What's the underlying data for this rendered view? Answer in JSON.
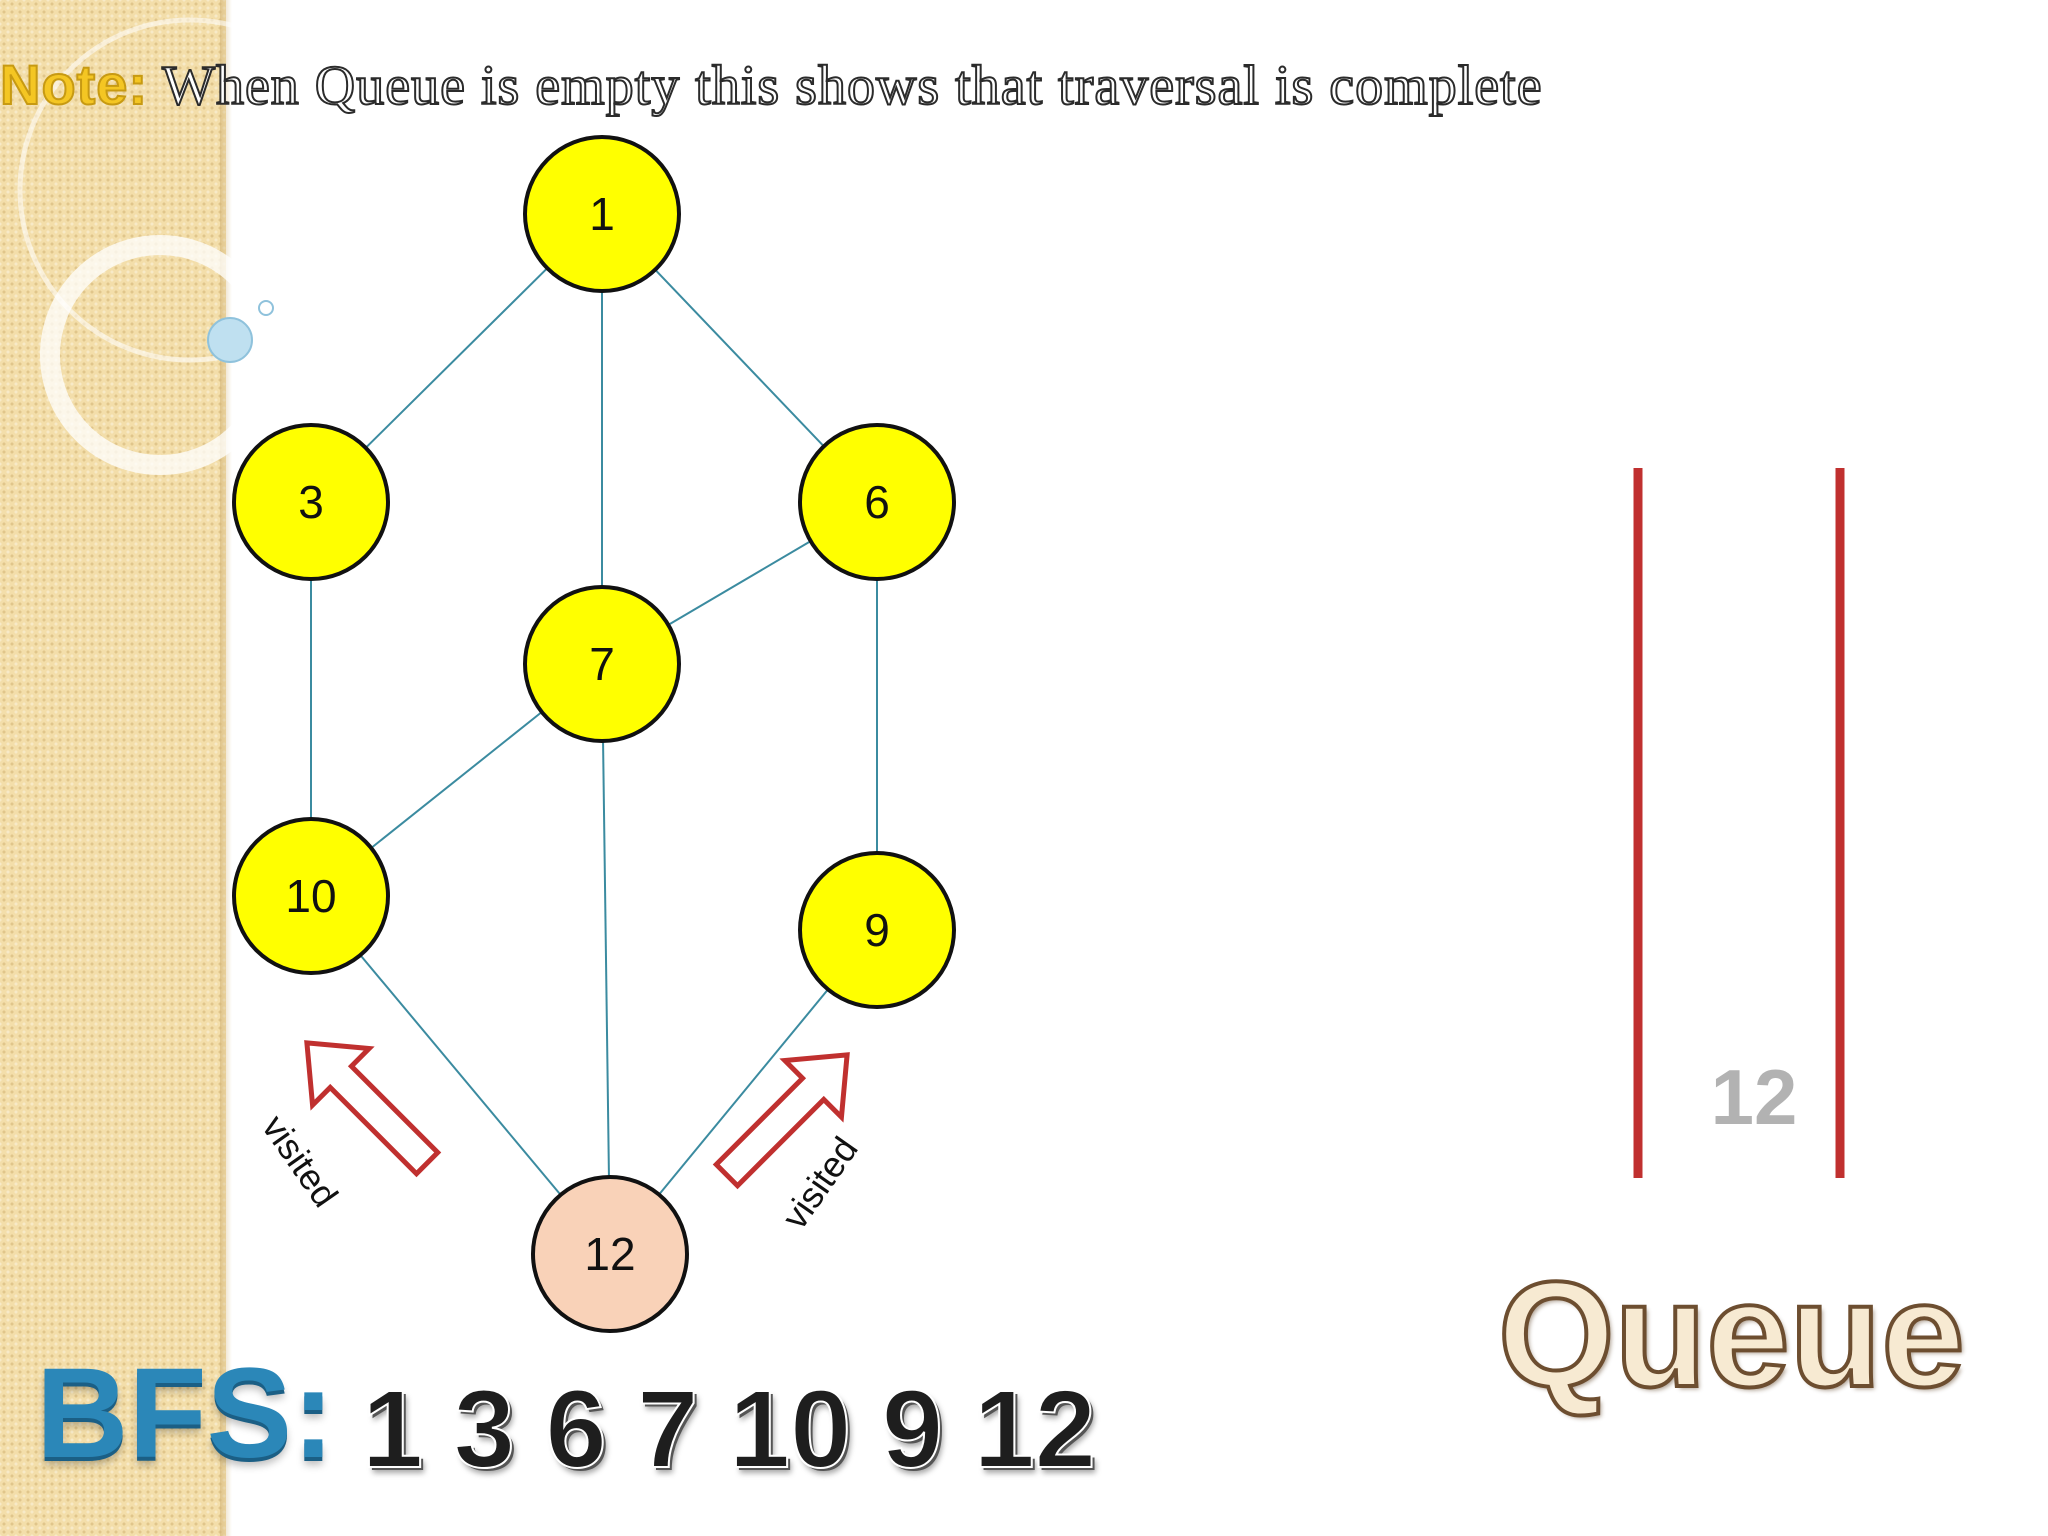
{
  "note": {
    "prefix": "Note:",
    "text": " When Queue is empty this shows that traversal is complete"
  },
  "graph": {
    "nodes": [
      {
        "id": "1",
        "label": "1",
        "state": "visited"
      },
      {
        "id": "3",
        "label": "3",
        "state": "visited"
      },
      {
        "id": "6",
        "label": "6",
        "state": "visited"
      },
      {
        "id": "7",
        "label": "7",
        "state": "visited"
      },
      {
        "id": "10",
        "label": "10",
        "state": "visited"
      },
      {
        "id": "9",
        "label": "9",
        "state": "visited"
      },
      {
        "id": "12",
        "label": "12",
        "state": "current"
      }
    ],
    "edges": [
      [
        "1",
        "3"
      ],
      [
        "1",
        "7"
      ],
      [
        "1",
        "6"
      ],
      [
        "3",
        "10"
      ],
      [
        "6",
        "7"
      ],
      [
        "6",
        "9"
      ],
      [
        "7",
        "10"
      ],
      [
        "7",
        "12"
      ],
      [
        "10",
        "12"
      ],
      [
        "9",
        "12"
      ]
    ],
    "visited_arrows": [
      {
        "from": "12",
        "to": "10",
        "label": "visited"
      },
      {
        "from": "12",
        "to": "9",
        "label": "visited"
      }
    ]
  },
  "queue": {
    "title": "Queue",
    "items": [
      "12"
    ]
  },
  "bfs": {
    "label": "BFS:",
    "sequence": "1 3 6 7 10 9 12"
  },
  "colors": {
    "visited_node": "#ffff00",
    "current_node": "#f9d2b8",
    "edge": "#3b8ba0",
    "queue_wall": "#c0302f",
    "arrow_outline": "#c0302f"
  }
}
